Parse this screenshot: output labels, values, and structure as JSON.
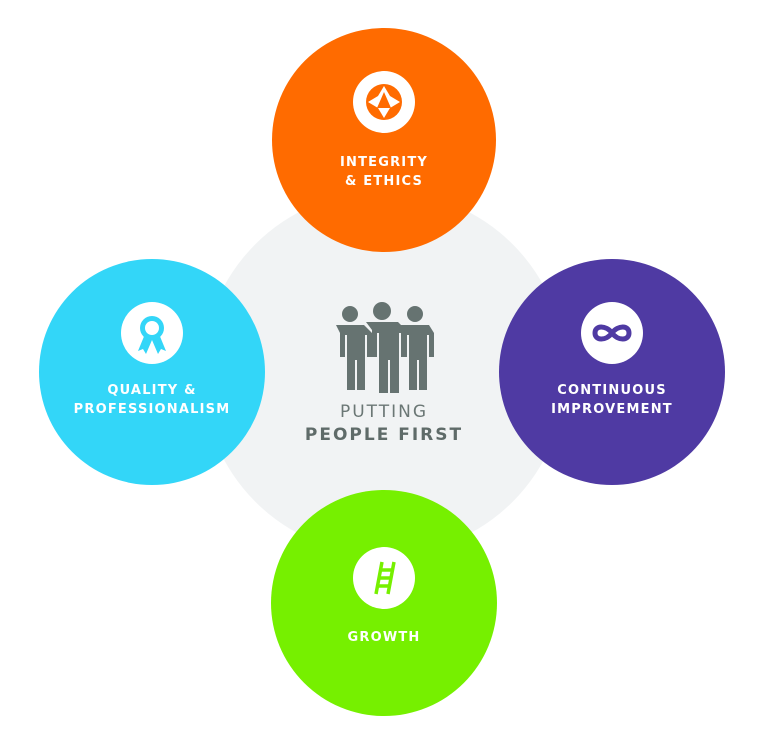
{
  "center": {
    "line1": "PUTTING",
    "line2": "PEOPLE FIRST",
    "icon": "people-icon"
  },
  "values": [
    {
      "id": "integrity",
      "line1": "INTEGRITY",
      "line2": "& ETHICS",
      "icon": "compass-icon",
      "color": "#FF6B00"
    },
    {
      "id": "quality",
      "line1": "QUALITY &",
      "line2": "PROFESSIONALISM",
      "icon": "award-ribbon-icon",
      "color": "#33D6F8"
    },
    {
      "id": "improvement",
      "line1": "CONTINUOUS",
      "line2": "IMPROVEMENT",
      "icon": "infinity-icon",
      "color": "#4F3AA3"
    },
    {
      "id": "growth",
      "line1": "GROWTH",
      "icon": "ladder-icon",
      "color": "#76F000"
    }
  ],
  "colors": {
    "center_bg": "#F1F3F4",
    "people": "#667371"
  }
}
